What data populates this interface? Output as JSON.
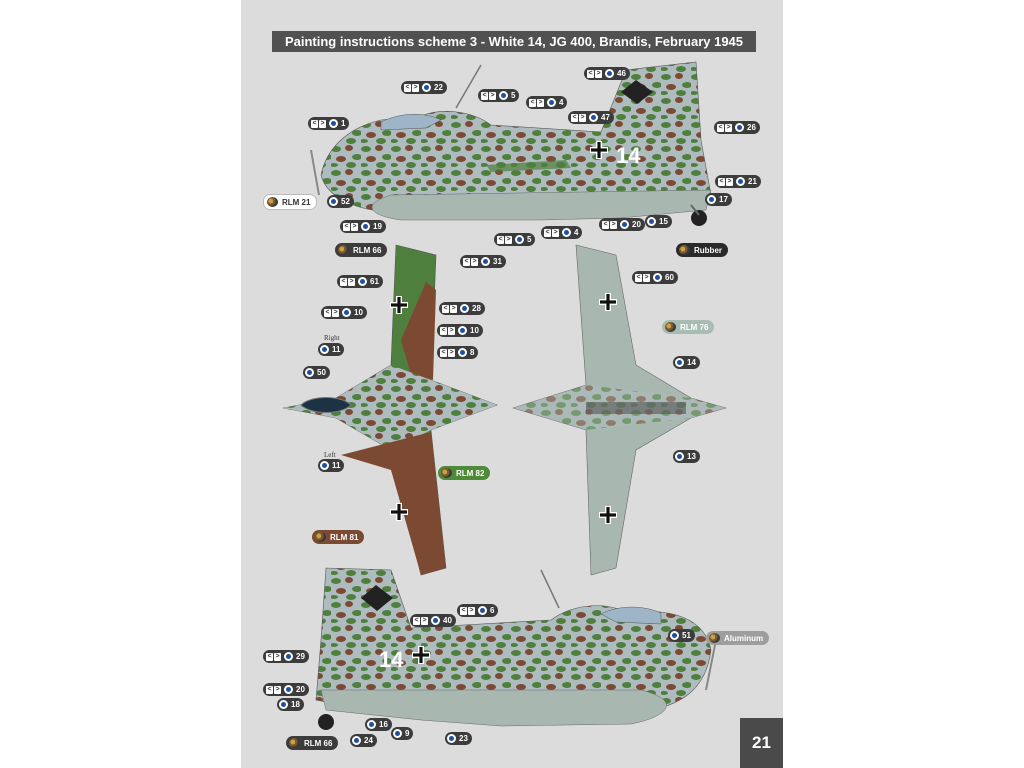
{
  "title": "Painting instructions scheme 3 - White 14, JG 400, Brandis, February 1945",
  "page_number": "21",
  "aircraft_marking": "14",
  "wing_side_labels": {
    "right": "Right",
    "left": "Left"
  },
  "callouts": {
    "c1": "1",
    "c22": "22",
    "c5a": "5",
    "c4a": "4",
    "c46": "46",
    "c47": "47",
    "c26": "26",
    "c52": "52",
    "c19": "19",
    "c5b": "5",
    "c4b": "4",
    "c20a": "20",
    "c15": "15",
    "c21": "21",
    "c17": "17",
    "c31": "31",
    "c61": "61",
    "c28": "28",
    "c10a": "10",
    "c10b": "10",
    "c8": "8",
    "c11a": "11",
    "c50": "50",
    "c11b": "11",
    "c60": "60",
    "c14": "14",
    "c13": "13",
    "c6": "6",
    "c40": "40",
    "c51": "51",
    "c29": "29",
    "c20b": "20",
    "c18": "18",
    "c16": "16",
    "c9": "9",
    "c24": "24",
    "c23": "23"
  },
  "colors": {
    "rlm21": {
      "label": "RLM 21",
      "hex": "#ffffff"
    },
    "rlm66": {
      "label": "RLM 66",
      "hex": "#3c3c3c"
    },
    "rubber": {
      "label": "Rubber",
      "hex": "#2a2a2a"
    },
    "rlm76": {
      "label": "RLM 76",
      "hex": "#a9bcb4"
    },
    "rlm82": {
      "label": "RLM 82",
      "hex": "#4e8a38"
    },
    "rlm81": {
      "label": "RLM 81",
      "hex": "#7a4a33"
    },
    "rlm66b": {
      "label": "RLM 66",
      "hex": "#3c3c3c"
    },
    "aluminum": {
      "label": "Aluminum",
      "hex": "#9e9e9e"
    }
  },
  "paint": {
    "green": "#4f7f3c",
    "brown": "#7c4a33",
    "lightblue": "#aebcc0",
    "underside": "#a8b8b0"
  }
}
